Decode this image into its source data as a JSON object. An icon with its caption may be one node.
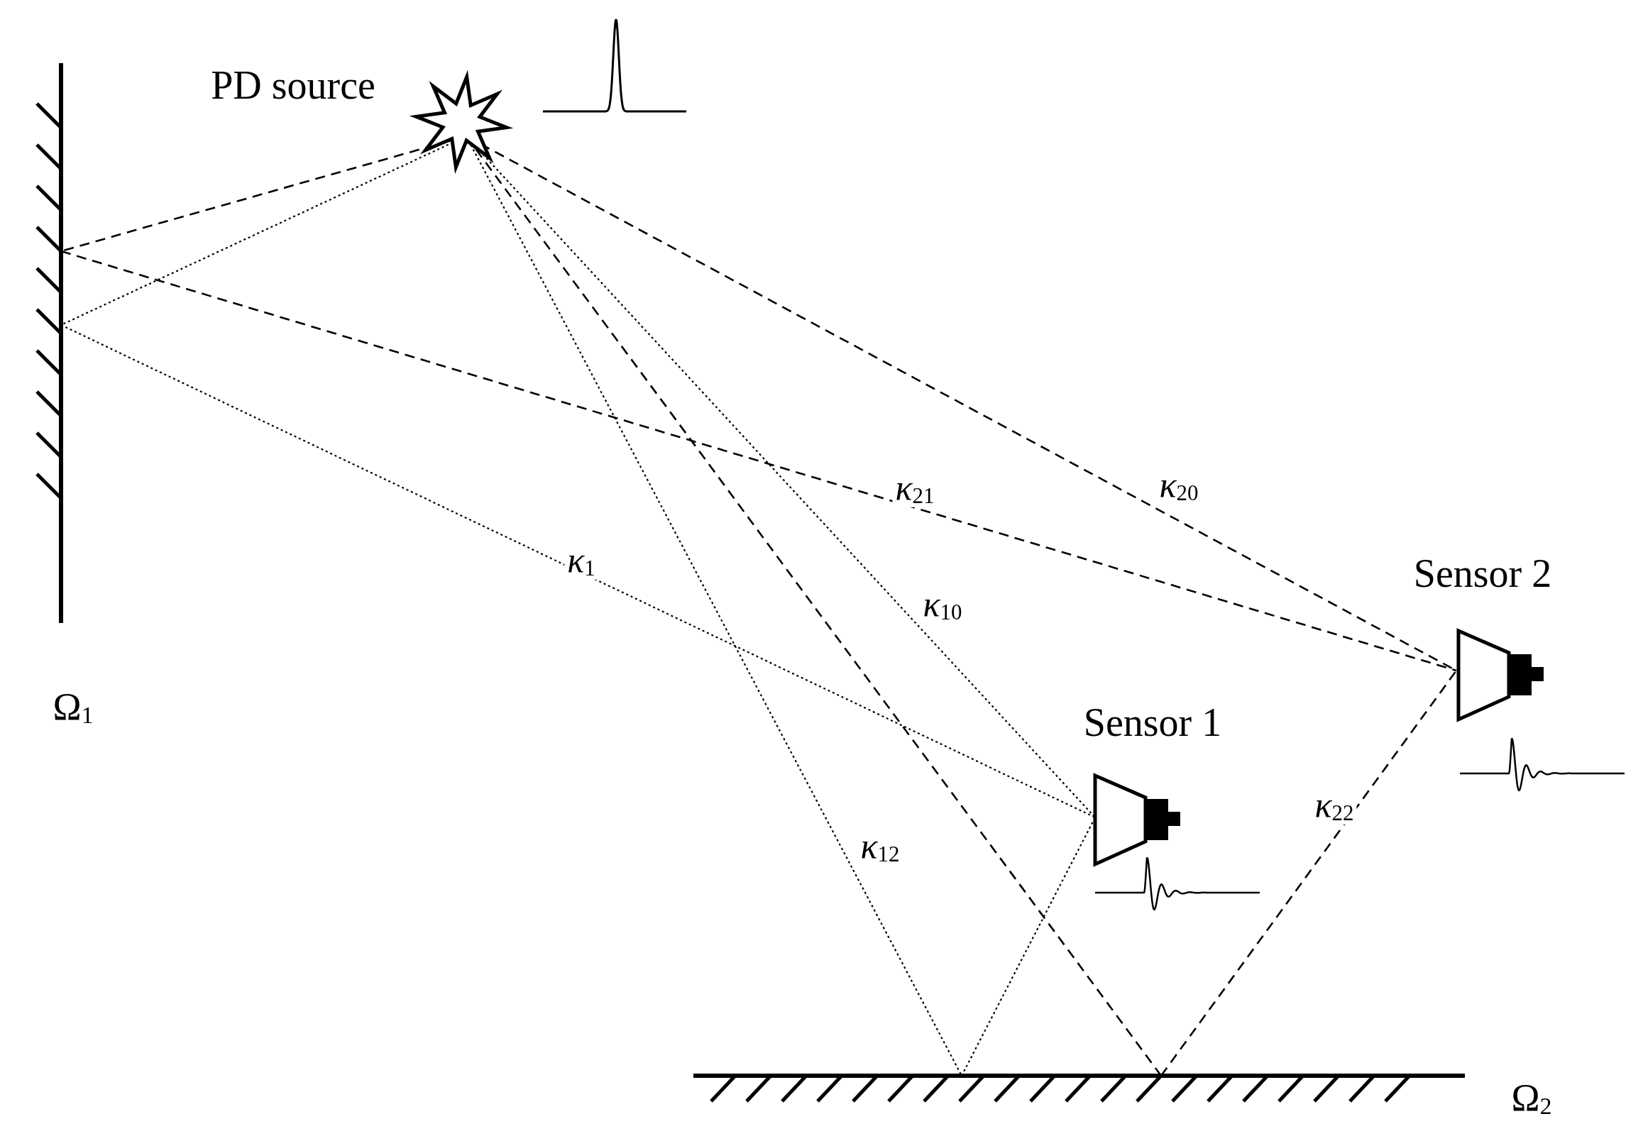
{
  "diagram": {
    "nodes": [
      {
        "text": [
          "PD source"
        ]
      },
      {
        "text": [
          "Sensor 1"
        ]
      },
      {
        "text": [
          "Sensor 2"
        ]
      },
      {
        "text": [],
        "shape": "wall",
        "beside": [
          "Ω$_{1}$"
        ]
      },
      {
        "text": [],
        "shape": "wall",
        "beside": [
          "Ω$_{2}$"
        ]
      }
    ],
    "edges": [
      {
        "from": 0,
        "to": 3,
        "arrow": "none",
        "style": "dashed"
      },
      {
        "from": 3,
        "to": 2,
        "arrow": "none",
        "style": "dashed",
        "label": "κ$_{21}$"
      },
      {
        "from": 0,
        "to": 2,
        "arrow": "none",
        "style": "dashed",
        "label": "κ$_{20}$"
      },
      {
        "from": 0,
        "to": 4,
        "arrow": "none",
        "style": "dashed"
      },
      {
        "from": 4,
        "to": 2,
        "arrow": "none",
        "style": "dashed",
        "label": "κ$_{22}$"
      },
      {
        "from": 0,
        "to": 3,
        "arrow": "none"
      },
      {
        "from": 3,
        "to": 1,
        "arrow": "none",
        "label": "κ$_{1}$"
      },
      {
        "from": 0,
        "to": 1,
        "arrow": "none",
        "label": "κ$_{10}$"
      },
      {
        "from": 0,
        "to": 4,
        "arrow": "none",
        "label": "κ$_{12}$"
      },
      {
        "from": 4,
        "to": 1,
        "arrow": "none"
      }
    ]
  }
}
